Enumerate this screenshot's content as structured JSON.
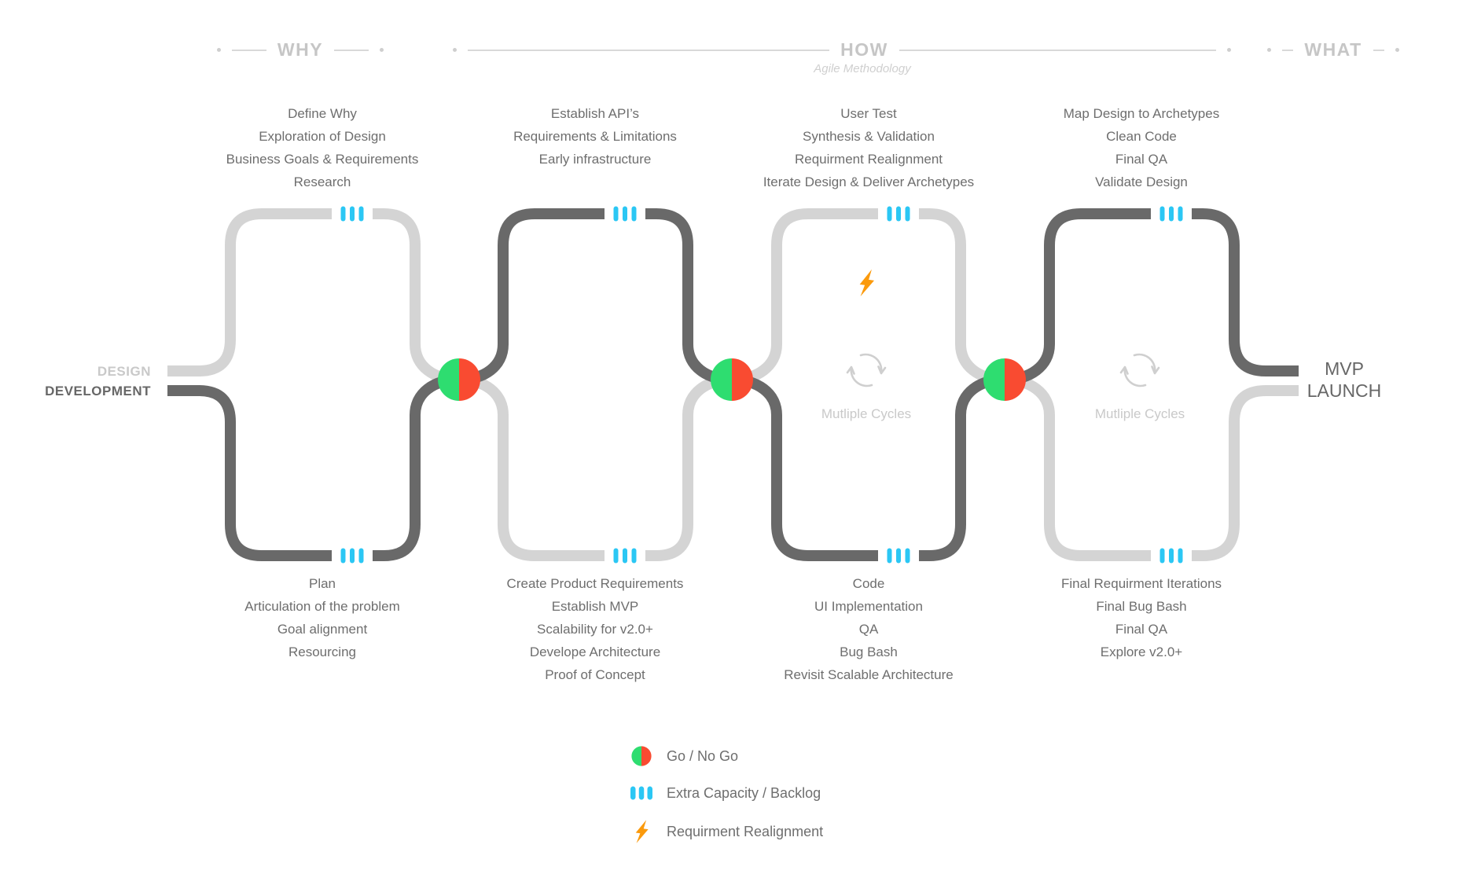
{
  "header": {
    "why": "WHY",
    "how": "HOW",
    "how_subtitle": "Agile Methodology",
    "what": "WHAT"
  },
  "endpoints": {
    "design": "DESIGN",
    "development": "DEVELOPMENT",
    "mvp": "MVP",
    "launch": "LAUNCH"
  },
  "phases": [
    {
      "top_tasks": [
        "Define Why",
        "Exploration of Design",
        "Business Goals & Requirements",
        "Research"
      ],
      "bottom_tasks": [
        "Plan",
        "Articulation of the problem",
        "Goal alignment",
        "Resourcing"
      ]
    },
    {
      "top_tasks": [
        "Establish API’s",
        "Requirements & Limitations",
        "Early infrastructure"
      ],
      "bottom_tasks": [
        "Create Product Requirements",
        "Establish MVP",
        "Scalability for v2.0+",
        "Develope Architecture",
        "Proof of Concept"
      ]
    },
    {
      "top_tasks": [
        "User Test",
        "Synthesis & Validation",
        "Requirment Realignment",
        "Iterate Design & Deliver Archetypes"
      ],
      "bottom_tasks": [
        "Code",
        "UI Implementation",
        "QA",
        "Bug Bash",
        "Revisit Scalable Architecture"
      ],
      "cycles_label": "Mutliple Cycles"
    },
    {
      "top_tasks": [
        "Map Design to Archetypes",
        "Clean Code",
        "Final QA",
        "Validate Design"
      ],
      "bottom_tasks": [
        "Final Requirment Iterations",
        "Final Bug Bash",
        "Final QA",
        "Explore v2.0+"
      ],
      "cycles_label": "Mutliple Cycles"
    }
  ],
  "legend": {
    "items": [
      {
        "icon": "go-no-go-half-circle",
        "label": "Go / No Go"
      },
      {
        "icon": "extra-capacity-dashes",
        "label": "Extra Capacity / Backlog"
      },
      {
        "icon": "realignment-lightning-bolt",
        "label": "Requirment Realignment"
      }
    ]
  },
  "colors": {
    "track_light": "#d4d4d4",
    "track_dark": "#696969",
    "text_main": "#6e6e6e",
    "text_light": "#c6c6c6",
    "go_green": "#2EDD70",
    "nogo_red": "#F94B31",
    "capacity_cyan": "#2BC7F4",
    "bolt_orange": "#FB9A0C"
  }
}
